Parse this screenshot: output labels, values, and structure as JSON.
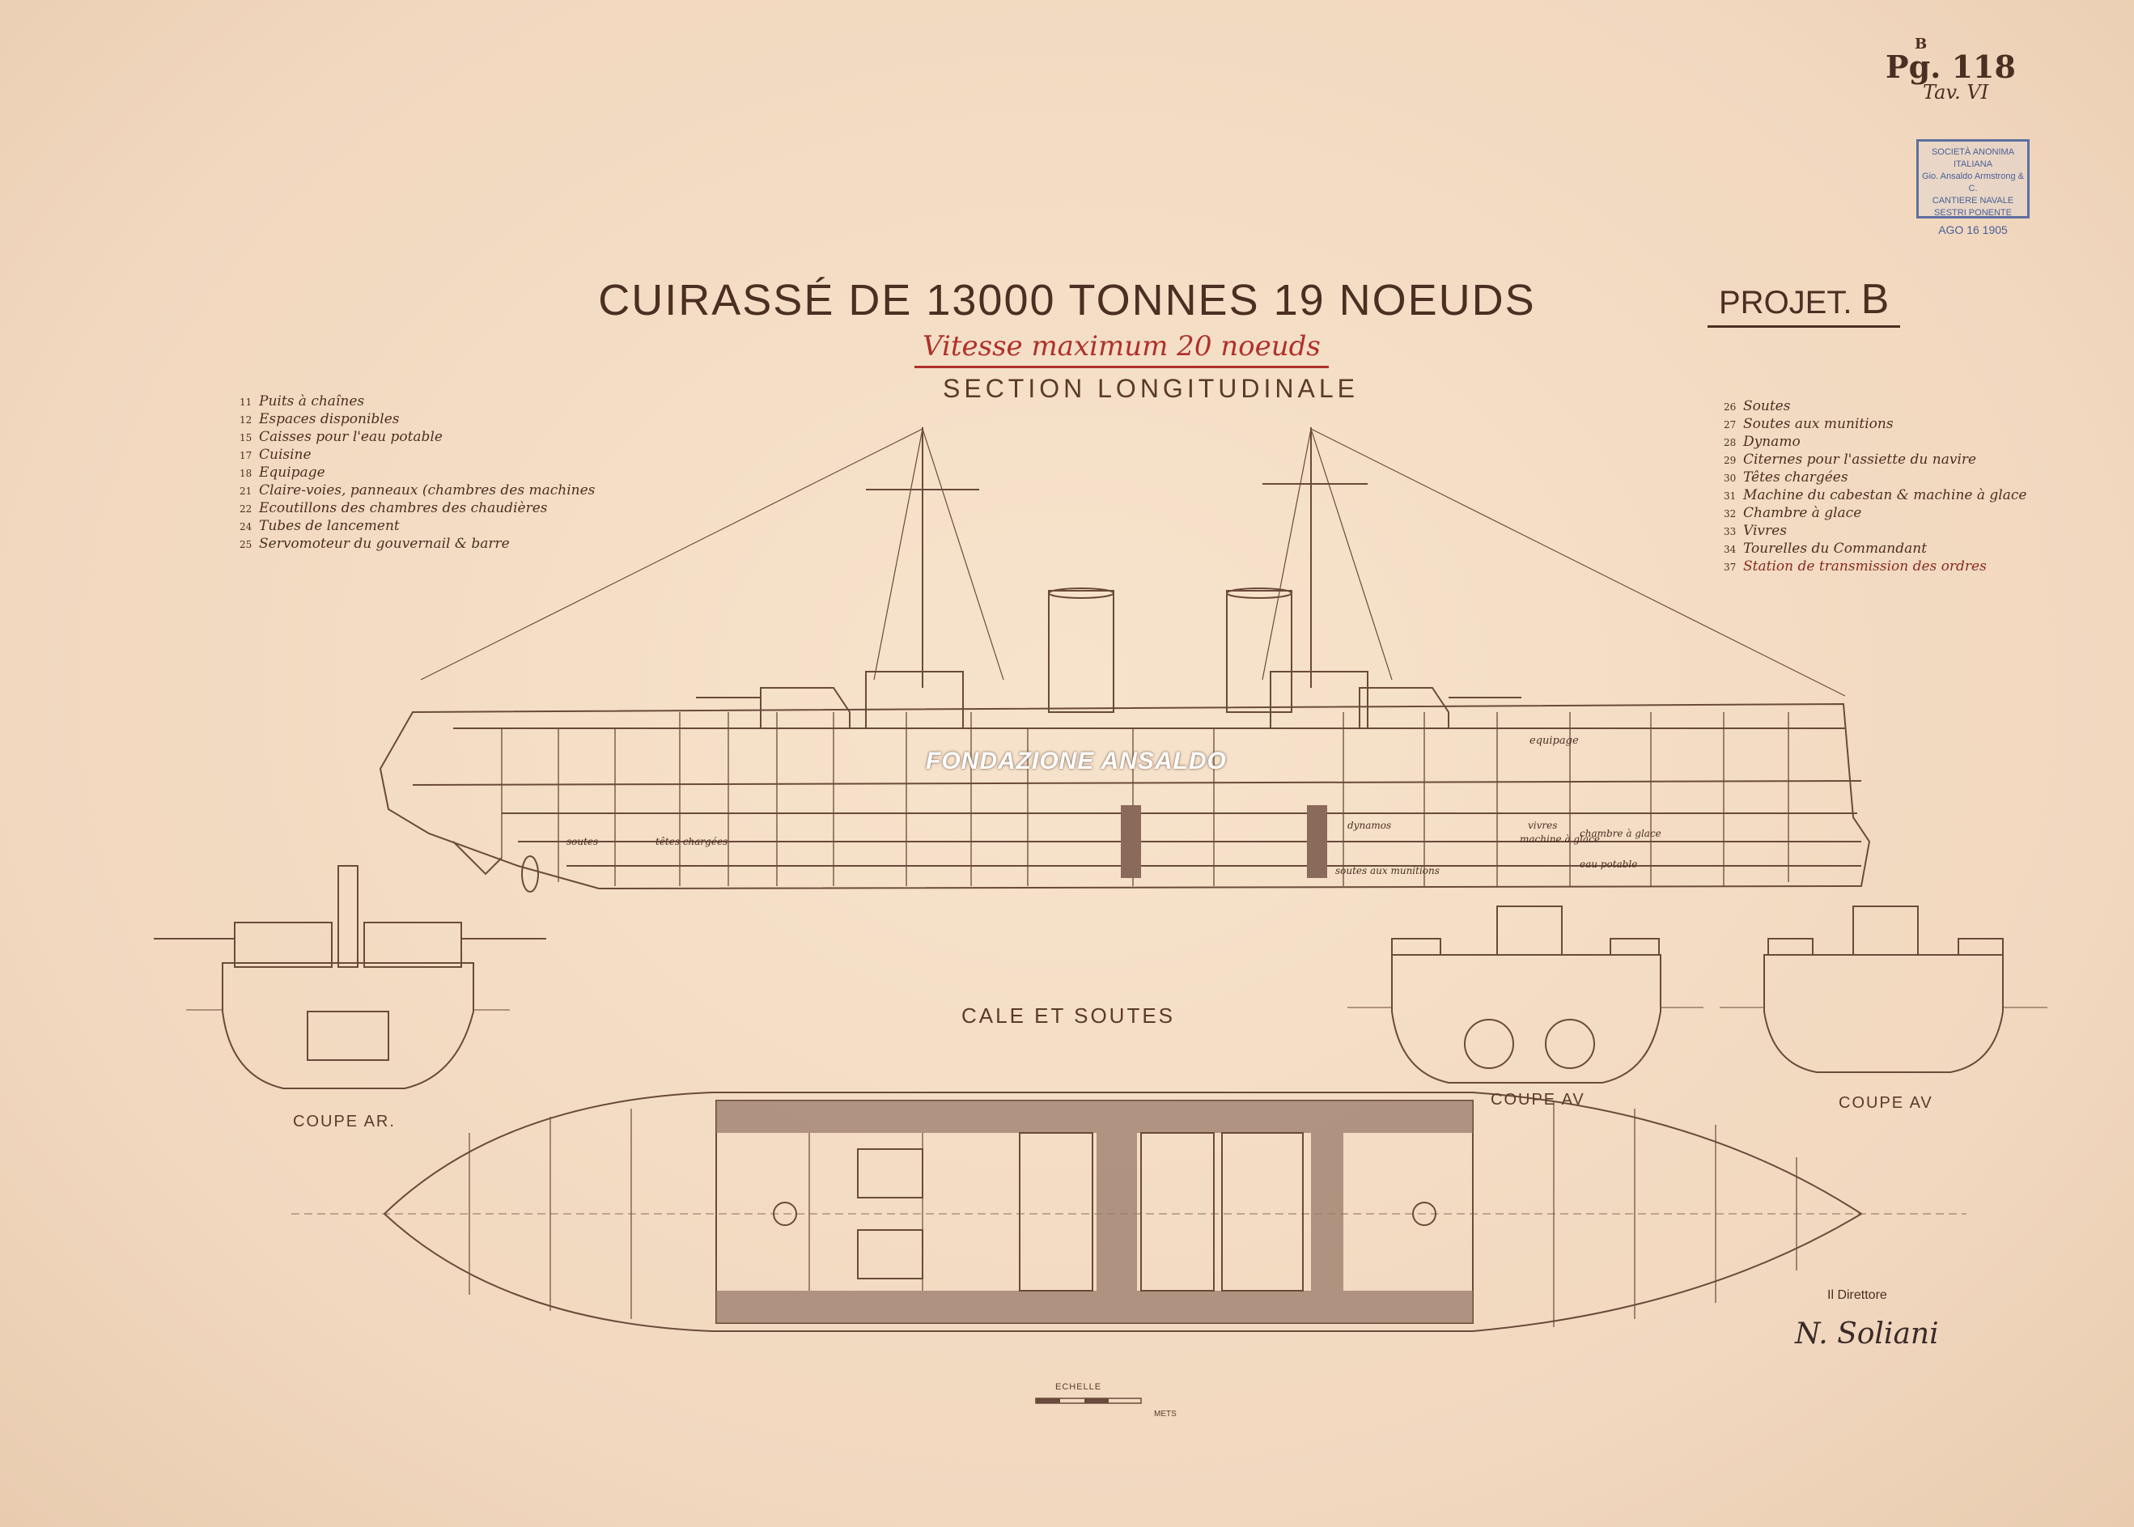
{
  "header": {
    "code_prefix": "B",
    "code": "Pg. 118",
    "tav": "Tav. VI"
  },
  "stamp": {
    "line1": "SOCIETÀ ANONIMA ITALIANA",
    "line2": "Gio. Ansaldo Armstrong & C.",
    "line3": "CANTIERE NAVALE",
    "line4": "SESTRI PONENTE",
    "date": "AGO 16 1905"
  },
  "title": "CUIRASSÉ DE 13000 TONNES 19 NOEUDS",
  "subtitle": "Vitesse maximum 20 noeuds",
  "section_label": "SECTION LONGITUDINALE",
  "projet": {
    "label": "PROJET.",
    "letter": "B"
  },
  "legend_left": [
    {
      "n": "11",
      "text": "Puits à chaînes"
    },
    {
      "n": "12",
      "text": "Espaces disponibles"
    },
    {
      "n": "15",
      "text": "Caisses pour l'eau potable"
    },
    {
      "n": "17",
      "text": "Cuisine"
    },
    {
      "n": "18",
      "text": "Equipage"
    },
    {
      "n": "21",
      "text": "Claire-voies, panneaux (chambres des machines"
    },
    {
      "n": "22",
      "text": "Ecoutillons des chambres des chaudières"
    },
    {
      "n": "24",
      "text": "Tubes de lancement"
    },
    {
      "n": "25",
      "text": "Servomoteur du gouvernail & barre"
    }
  ],
  "legend_right": [
    {
      "n": "26",
      "text": "Soutes"
    },
    {
      "n": "27",
      "text": "Soutes aux munitions"
    },
    {
      "n": "28",
      "text": "Dynamo"
    },
    {
      "n": "29",
      "text": "Citernes pour l'assiette du navire"
    },
    {
      "n": "30",
      "text": "Têtes chargées"
    },
    {
      "n": "31",
      "text": "Machine du cabestan & machine à glace"
    },
    {
      "n": "32",
      "text": "Chambre à glace"
    },
    {
      "n": "33",
      "text": "Vivres"
    },
    {
      "n": "34",
      "text": "Tourelles du Commandant"
    },
    {
      "n": "37",
      "text": "Station de transmission des ordres"
    }
  ],
  "hull_labels": {
    "equipage": "equipage",
    "soutes": "soutes",
    "tetes_chargees": "têtes chargées",
    "dynamos": "dynamos",
    "vivres": "vivres",
    "chambre_glace": "chambre à glace",
    "eau_potable": "eau potable",
    "soutes_munitions": "soutes aux munitions",
    "machine_glace": "machine à glace"
  },
  "labels": {
    "coupe_ar": "COUPE AR.",
    "cale_soutes": "CALE ET SOUTES",
    "coupe_av_1": "COUPE AV",
    "coupe_av_2": "COUPE AV",
    "scale": "ECHELLE",
    "metres": "METS"
  },
  "signature": {
    "role": "Il Direttore",
    "name": "N. Soliani"
  },
  "watermark": "FONDAZIONE ANSALDO",
  "colors": {
    "paper": "#f3dcc4",
    "ink": "#5a3a2a",
    "red_ink": "#b0302a",
    "stamp_blue": "#4a5f98"
  }
}
